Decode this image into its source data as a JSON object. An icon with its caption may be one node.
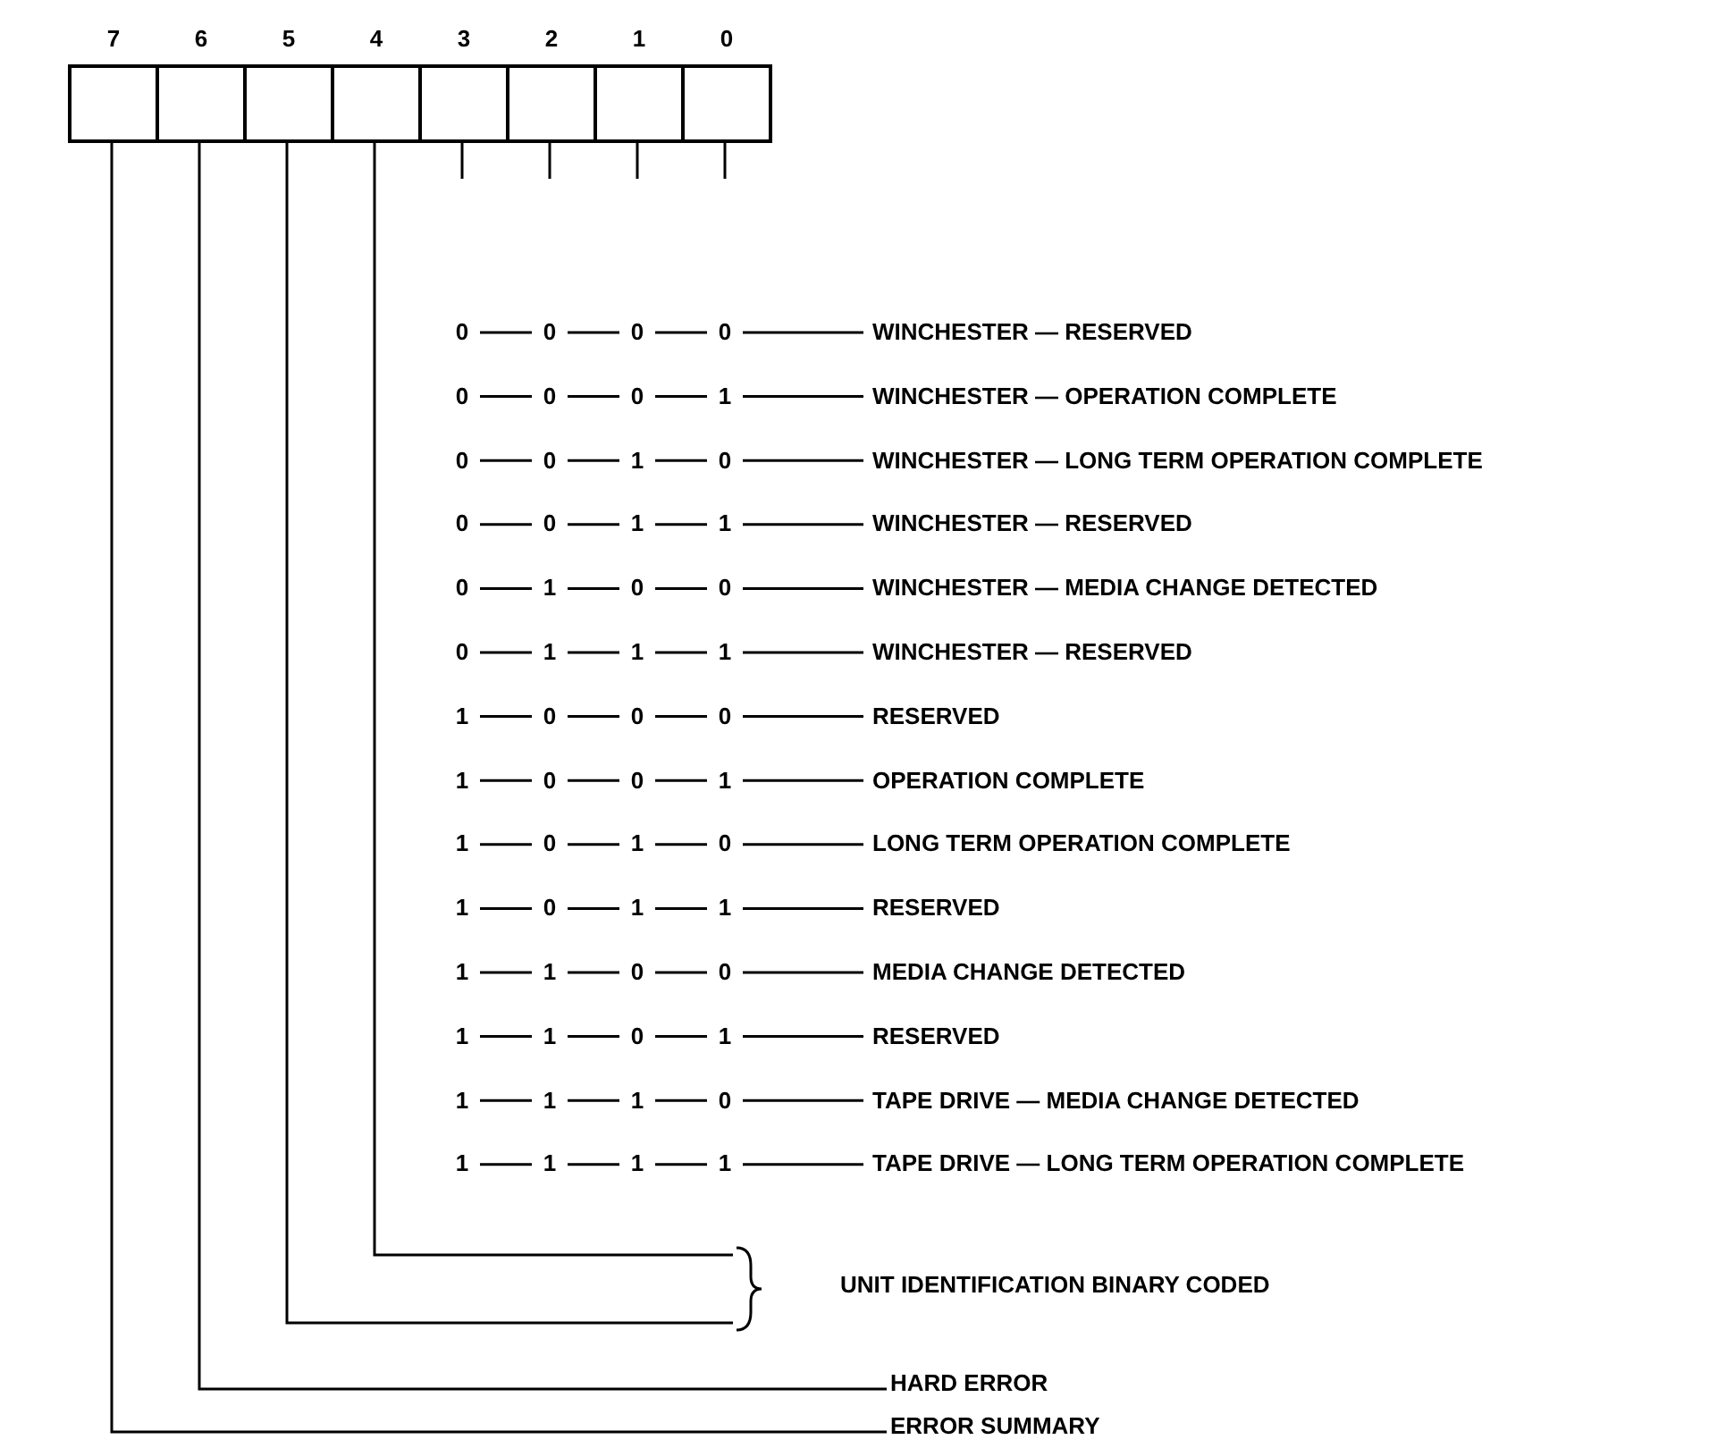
{
  "diagram": {
    "nodes": [
      {
        "text": [
          "7"
        ]
      },
      {
        "text": [
          "6"
        ]
      },
      {
        "text": [
          "5"
        ]
      },
      {
        "text": [
          "4"
        ]
      },
      {
        "text": [
          "3"
        ]
      },
      {
        "text": [
          "2"
        ]
      },
      {
        "text": [
          "1"
        ]
      },
      {
        "text": [
          "0"
        ]
      },
      {
        "text": [
          "UNIT IDENTIFICATION BINARY CODED"
        ]
      },
      {
        "text": [
          "HARD ERROR"
        ]
      },
      {
        "text": [
          "ERROR SUMMARY"
        ]
      }
    ],
    "edges": [
      {
        "from": 4,
        "to": null,
        "arrow": "none"
      },
      {
        "from": 5,
        "to": null,
        "arrow": "none"
      },
      {
        "from": 6,
        "to": null,
        "arrow": "none"
      },
      {
        "from": 7,
        "to": null,
        "arrow": "none"
      },
      {
        "from": 3,
        "to": 8,
        "arrow": "none"
      },
      {
        "from": 2,
        "to": 8,
        "arrow": "none"
      },
      {
        "from": 1,
        "to": 9,
        "arrow": "none"
      },
      {
        "from": 0,
        "to": 10,
        "arrow": "none"
      }
    ],
    "labels": [
      "0",
      "0",
      "0",
      "0",
      "WINCHESTER — RESERVED",
      "0",
      "0",
      "0",
      "1",
      "WINCHESTER — OPERATION COMPLETE",
      "0",
      "0",
      "1",
      "0",
      "WINCHESTER — LONG TERM OPERATION COMPLETE",
      "0",
      "0",
      "1",
      "1",
      "WINCHESTER — RESERVED",
      "0",
      "1",
      "0",
      "0",
      "WINCHESTER — MEDIA CHANGE DETECTED",
      "0",
      "1",
      "1",
      "1",
      "WINCHESTER — RESERVED",
      "1",
      "0",
      "0",
      "0",
      "RESERVED",
      "1",
      "0",
      "0",
      "1",
      "OPERATION COMPLETE",
      "1",
      "0",
      "1",
      "0",
      "LONG TERM OPERATION COMPLETE",
      "1",
      "0",
      "1",
      "1",
      "RESERVED",
      "1",
      "1",
      "0",
      "0",
      "MEDIA CHANGE DETECTED",
      "1",
      "1",
      "0",
      "1",
      "RESERVED",
      "1",
      "1",
      "1",
      "0",
      "TAPE DRIVE — MEDIA CHANGE DETECTED",
      "1",
      "1",
      "1",
      "1",
      "TAPE DRIVE — LONG TERM OPERATION COMPLETE"
    ]
  }
}
